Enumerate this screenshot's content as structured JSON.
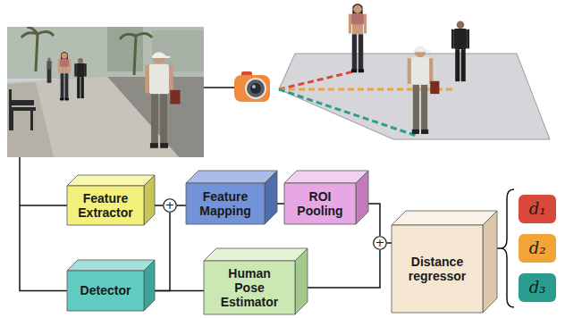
{
  "diagram": {
    "nodes": [
      {
        "text": [
          "Feature Extractor"
        ]
      },
      {
        "text": [
          "+"
        ]
      },
      {
        "text": [
          "Feature Mapping"
        ]
      },
      {
        "text": [
          "ROI Pooling"
        ]
      },
      {
        "text": [
          "+"
        ]
      },
      {
        "text": [
          "Distance regressor"
        ]
      },
      {
        "text": [
          "d₁"
        ]
      },
      {
        "text": [
          "d₂"
        ]
      },
      {
        "text": [
          "d₃"
        ]
      },
      {
        "text": [
          "Detector"
        ]
      },
      {
        "text": [
          "Human Pose Estimator"
        ]
      }
    ],
    "edges": [
      {
        "from": 0,
        "to": 1,
        "arrow": "none"
      },
      {
        "from": 9,
        "to": 1,
        "arrow": "none"
      },
      {
        "from": 1,
        "to": 2,
        "arrow": "none"
      },
      {
        "from": 2,
        "to": 3,
        "arrow": "none"
      },
      {
        "from": 3,
        "to": 4,
        "arrow": "none"
      },
      {
        "from": 9,
        "to": 10,
        "arrow": "none"
      },
      {
        "from": 10,
        "to": 4,
        "arrow": "none"
      },
      {
        "from": 4,
        "to": 5,
        "arrow": "none"
      }
    ]
  }
}
